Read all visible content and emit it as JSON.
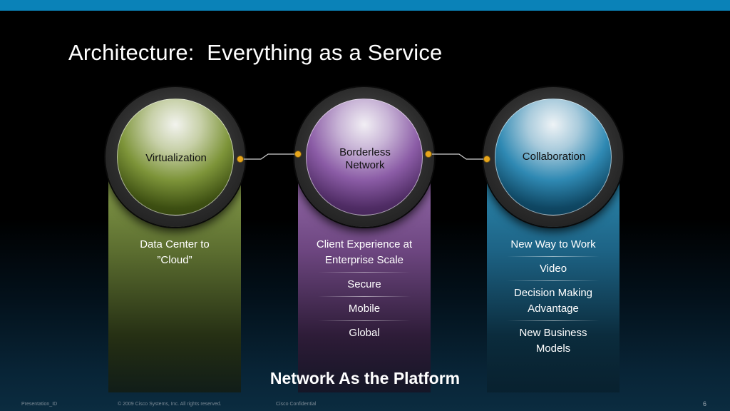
{
  "slide": {
    "title": "Architecture:  Everything as a Service",
    "tagline": "Network As the Platform"
  },
  "pillars": [
    {
      "name": "Virtualization",
      "color": "#7d9439",
      "items": [
        "Data Center to ”Cloud”"
      ]
    },
    {
      "name_lines": [
        "Borderless",
        "Network"
      ],
      "color": "#8b5ca6",
      "items": [
        "Client Experience at Enterprise Scale",
        "Secure",
        "Mobile",
        "Global"
      ]
    },
    {
      "name": "Collaboration",
      "color": "#2f89b3",
      "items": [
        "New Way to Work",
        "Video",
        "Decision Making Advantage",
        "New Business Models"
      ]
    }
  ],
  "footer": {
    "presentation_id": "Presentation_ID",
    "copyright": "© 2009 Cisco Systems, Inc. All rights reserved.",
    "confidential": "Cisco Confidential",
    "page": "6"
  },
  "colors": {
    "top_bar": "#0a82b8",
    "connector_node": "#e8a61c"
  }
}
